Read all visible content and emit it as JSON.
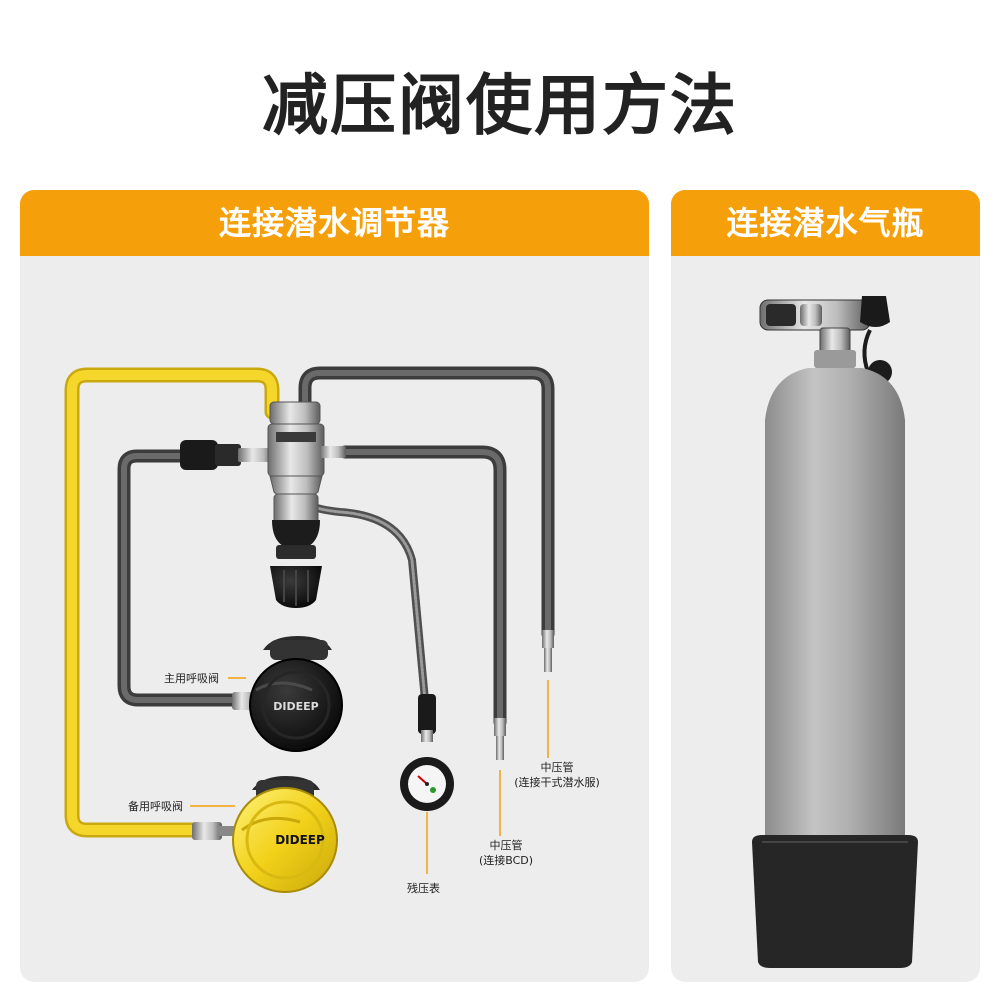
{
  "title": "减压阀使用方法",
  "colors": {
    "accent": "#f5a00a",
    "panel_bg": "#ededed",
    "hose_dark": "#4a4a4a",
    "hose_yellow": "#f3d21f"
  },
  "left_panel": {
    "header": "连接潜水调节器",
    "labels": {
      "primary": "主用呼吸阀",
      "backup": "备用呼吸阀",
      "spg": "残压表",
      "lp_bcd_line1": "中压管",
      "lp_bcd_line2": "(连接BCD)",
      "lp_dry_line1": "中压管",
      "lp_dry_line2": "(连接干式潜水服)"
    },
    "brand_text": "DIDEEP"
  },
  "right_panel": {
    "header": "连接潜水气瓶"
  }
}
